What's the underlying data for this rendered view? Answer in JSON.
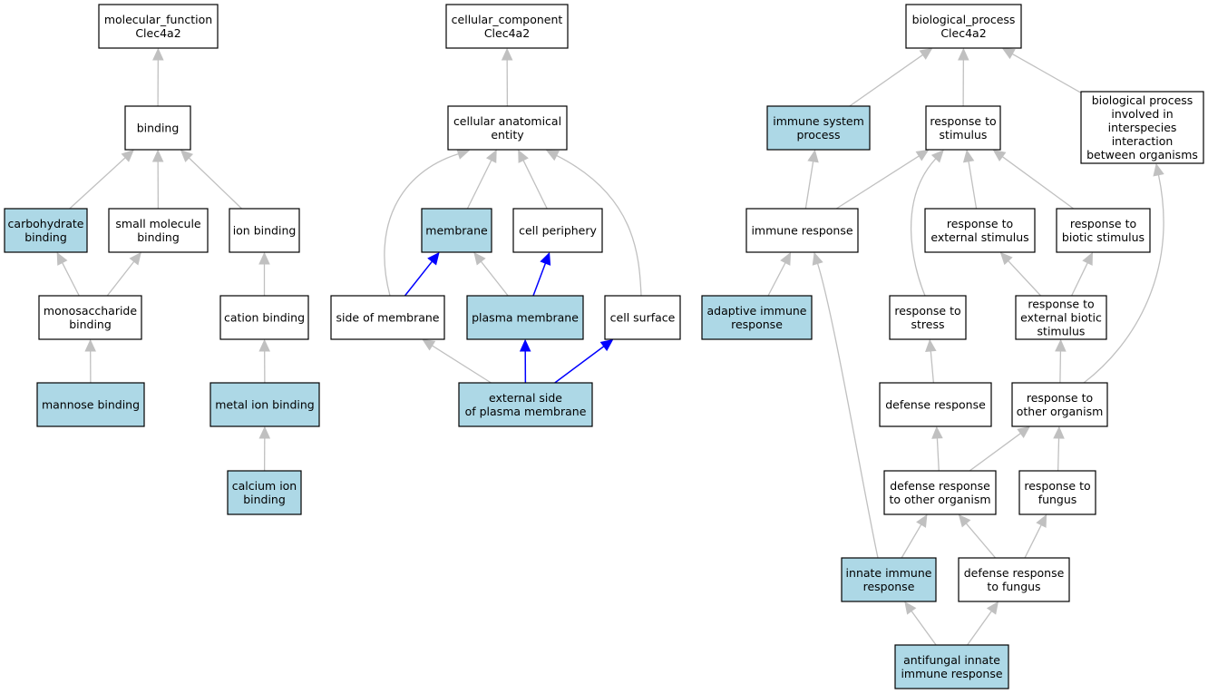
{
  "nodes": {
    "mf_root": {
      "label": [
        "molecular_function",
        "Clec4a2"
      ],
      "highlight": false
    },
    "binding": {
      "label": [
        "binding"
      ],
      "highlight": false
    },
    "carbohydrate_binding": {
      "label": [
        "carbohydrate",
        "binding"
      ],
      "highlight": true
    },
    "small_molecule_binding": {
      "label": [
        "small molecule",
        "binding"
      ],
      "highlight": false
    },
    "ion_binding": {
      "label": [
        "ion binding"
      ],
      "highlight": false
    },
    "monosaccharide_binding": {
      "label": [
        "monosaccharide",
        "binding"
      ],
      "highlight": false
    },
    "cation_binding": {
      "label": [
        "cation binding"
      ],
      "highlight": false
    },
    "mannose_binding": {
      "label": [
        "mannose binding"
      ],
      "highlight": true
    },
    "metal_ion_binding": {
      "label": [
        "metal ion binding"
      ],
      "highlight": true
    },
    "calcium_ion_binding": {
      "label": [
        "calcium ion",
        "binding"
      ],
      "highlight": true
    },
    "cc_root": {
      "label": [
        "cellular_component",
        "Clec4a2"
      ],
      "highlight": false
    },
    "cellular_anatomical_entity": {
      "label": [
        "cellular anatomical",
        "entity"
      ],
      "highlight": false
    },
    "membrane": {
      "label": [
        "membrane"
      ],
      "highlight": true
    },
    "cell_periphery": {
      "label": [
        "cell periphery"
      ],
      "highlight": false
    },
    "side_of_membrane": {
      "label": [
        "side of membrane"
      ],
      "highlight": false
    },
    "plasma_membrane": {
      "label": [
        "plasma membrane"
      ],
      "highlight": true
    },
    "cell_surface": {
      "label": [
        "cell surface"
      ],
      "highlight": false
    },
    "external_side_pm": {
      "label": [
        "external side",
        "of plasma membrane"
      ],
      "highlight": true
    },
    "bp_root": {
      "label": [
        "biological_process",
        "Clec4a2"
      ],
      "highlight": false
    },
    "immune_system_process": {
      "label": [
        "immune system",
        "process"
      ],
      "highlight": true
    },
    "response_to_stimulus": {
      "label": [
        "response to",
        "stimulus"
      ],
      "highlight": false
    },
    "bp_interspecies": {
      "label": [
        "biological process",
        "involved in",
        "interspecies",
        "interaction",
        "between organisms"
      ],
      "highlight": false
    },
    "immune_response": {
      "label": [
        "immune response"
      ],
      "highlight": false
    },
    "response_to_external_stimulus": {
      "label": [
        "response to",
        "external stimulus"
      ],
      "highlight": false
    },
    "response_to_biotic_stimulus": {
      "label": [
        "response to",
        "biotic stimulus"
      ],
      "highlight": false
    },
    "adaptive_immune_response": {
      "label": [
        "adaptive immune",
        "response"
      ],
      "highlight": true
    },
    "response_to_stress": {
      "label": [
        "response to",
        "stress"
      ],
      "highlight": false
    },
    "response_to_external_biotic_stimulus": {
      "label": [
        "response to",
        "external biotic",
        "stimulus"
      ],
      "highlight": false
    },
    "defense_response": {
      "label": [
        "defense response"
      ],
      "highlight": false
    },
    "response_to_other_organism": {
      "label": [
        "response to",
        "other organism"
      ],
      "highlight": false
    },
    "defense_response_to_other_organism": {
      "label": [
        "defense response",
        "to other organism"
      ],
      "highlight": false
    },
    "response_to_fungus": {
      "label": [
        "response to",
        "fungus"
      ],
      "highlight": false
    },
    "innate_immune_response": {
      "label": [
        "innate immune",
        "response"
      ],
      "highlight": true
    },
    "defense_response_to_fungus": {
      "label": [
        "defense response",
        "to fungus"
      ],
      "highlight": false
    },
    "antifungal_innate_immune_response": {
      "label": [
        "antifungal innate",
        "immune response"
      ],
      "highlight": true
    }
  },
  "edges": [
    {
      "from": "binding",
      "to": "mf_root",
      "color": "gray"
    },
    {
      "from": "carbohydrate_binding",
      "to": "binding",
      "color": "gray"
    },
    {
      "from": "small_molecule_binding",
      "to": "binding",
      "color": "gray"
    },
    {
      "from": "ion_binding",
      "to": "binding",
      "color": "gray"
    },
    {
      "from": "monosaccharide_binding",
      "to": "carbohydrate_binding",
      "color": "gray"
    },
    {
      "from": "monosaccharide_binding",
      "to": "small_molecule_binding",
      "color": "gray"
    },
    {
      "from": "cation_binding",
      "to": "ion_binding",
      "color": "gray"
    },
    {
      "from": "mannose_binding",
      "to": "monosaccharide_binding",
      "color": "gray"
    },
    {
      "from": "metal_ion_binding",
      "to": "cation_binding",
      "color": "gray"
    },
    {
      "from": "calcium_ion_binding",
      "to": "metal_ion_binding",
      "color": "gray"
    },
    {
      "from": "cellular_anatomical_entity",
      "to": "cc_root",
      "color": "gray"
    },
    {
      "from": "membrane",
      "to": "cellular_anatomical_entity",
      "color": "gray"
    },
    {
      "from": "cell_periphery",
      "to": "cellular_anatomical_entity",
      "color": "gray"
    },
    {
      "from": "side_of_membrane",
      "to": "cellular_anatomical_entity",
      "color": "gray"
    },
    {
      "from": "cell_surface",
      "to": "cellular_anatomical_entity",
      "color": "gray"
    },
    {
      "from": "side_of_membrane",
      "to": "membrane",
      "color": "blue"
    },
    {
      "from": "plasma_membrane",
      "to": "membrane",
      "color": "gray"
    },
    {
      "from": "plasma_membrane",
      "to": "cell_periphery",
      "color": "blue"
    },
    {
      "from": "external_side_pm",
      "to": "side_of_membrane",
      "color": "gray"
    },
    {
      "from": "external_side_pm",
      "to": "plasma_membrane",
      "color": "blue"
    },
    {
      "from": "external_side_pm",
      "to": "cell_surface",
      "color": "blue"
    },
    {
      "from": "immune_system_process",
      "to": "bp_root",
      "color": "gray"
    },
    {
      "from": "response_to_stimulus",
      "to": "bp_root",
      "color": "gray"
    },
    {
      "from": "bp_interspecies",
      "to": "bp_root",
      "color": "gray"
    },
    {
      "from": "immune_response",
      "to": "immune_system_process",
      "color": "gray"
    },
    {
      "from": "immune_response",
      "to": "response_to_stimulus",
      "color": "gray"
    },
    {
      "from": "response_to_external_stimulus",
      "to": "response_to_stimulus",
      "color": "gray"
    },
    {
      "from": "response_to_biotic_stimulus",
      "to": "response_to_stimulus",
      "color": "gray"
    },
    {
      "from": "response_to_stress",
      "to": "response_to_stimulus",
      "color": "gray"
    },
    {
      "from": "adaptive_immune_response",
      "to": "immune_response",
      "color": "gray"
    },
    {
      "from": "innate_immune_response",
      "to": "immune_response",
      "color": "gray"
    },
    {
      "from": "response_to_external_biotic_stimulus",
      "to": "response_to_external_stimulus",
      "color": "gray"
    },
    {
      "from": "response_to_external_biotic_stimulus",
      "to": "response_to_biotic_stimulus",
      "color": "gray"
    },
    {
      "from": "response_to_other_organism",
      "to": "response_to_external_biotic_stimulus",
      "color": "gray"
    },
    {
      "from": "response_to_other_organism",
      "to": "bp_interspecies",
      "color": "gray"
    },
    {
      "from": "defense_response",
      "to": "response_to_stress",
      "color": "gray"
    },
    {
      "from": "defense_response_to_other_organism",
      "to": "defense_response",
      "color": "gray"
    },
    {
      "from": "defense_response_to_other_organism",
      "to": "response_to_other_organism",
      "color": "gray"
    },
    {
      "from": "response_to_fungus",
      "to": "response_to_other_organism",
      "color": "gray"
    },
    {
      "from": "innate_immune_response",
      "to": "defense_response_to_other_organism",
      "color": "gray"
    },
    {
      "from": "defense_response_to_fungus",
      "to": "defense_response_to_other_organism",
      "color": "gray"
    },
    {
      "from": "defense_response_to_fungus",
      "to": "response_to_fungus",
      "color": "gray"
    },
    {
      "from": "antifungal_innate_immune_response",
      "to": "innate_immune_response",
      "color": "gray"
    },
    {
      "from": "antifungal_innate_immune_response",
      "to": "defense_response_to_fungus",
      "color": "gray"
    }
  ],
  "colors": {
    "highlight_fill": "#add8e6",
    "default_fill": "#ffffff",
    "gray_edge": "#c0c0c0",
    "blue_edge": "#0000ff"
  }
}
